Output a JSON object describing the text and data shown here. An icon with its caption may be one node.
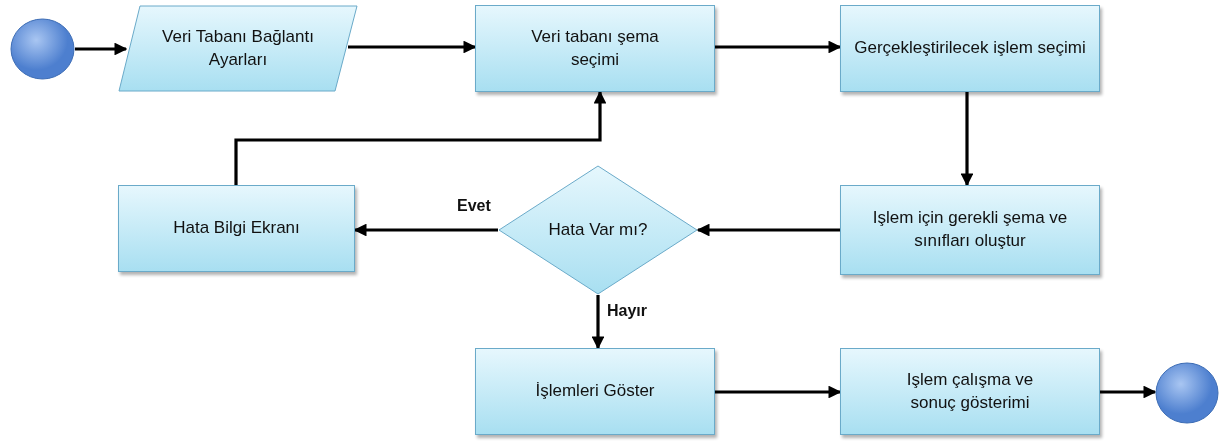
{
  "diagram": {
    "nodes": [
      {
        "text": [],
        "shape": "circle"
      },
      {
        "text": [
          "Veri Tabanı Bağlantı Ayarları"
        ]
      },
      {
        "text": [
          "Veri tabanı şema seçimi"
        ]
      },
      {
        "text": [
          "Gerçekleştirilecek işlem seçimi"
        ]
      },
      {
        "text": [
          "Hata Bilgi Ekranı"
        ]
      },
      {
        "text": [
          "Hata Var mı?"
        ]
      },
      {
        "text": [
          "Işlem için gerekli şema ve sınıfları oluştur"
        ]
      },
      {
        "text": [
          "İşlemleri Göster"
        ]
      },
      {
        "text": [
          "Işlem çalışma ve sonuç gösterimi"
        ]
      },
      {
        "text": [],
        "shape": "circle"
      }
    ],
    "edges": [
      {
        "from": 0,
        "to": 1,
        "arrow": "to"
      },
      {
        "from": 1,
        "to": 2,
        "arrow": "to"
      },
      {
        "from": 2,
        "to": 3,
        "arrow": "to"
      },
      {
        "from": 3,
        "to": 6,
        "arrow": "to"
      },
      {
        "from": 6,
        "to": 5,
        "arrow": "to"
      },
      {
        "from": 5,
        "to": 4,
        "arrow": "to",
        "label": "Evet"
      },
      {
        "from": 4,
        "to": 2,
        "arrow": "to"
      },
      {
        "from": 5,
        "to": 7,
        "arrow": "to",
        "label": "Hayır"
      },
      {
        "from": 7,
        "to": 8,
        "arrow": "to"
      },
      {
        "from": 8,
        "to": 9,
        "arrow": "to"
      }
    ]
  }
}
